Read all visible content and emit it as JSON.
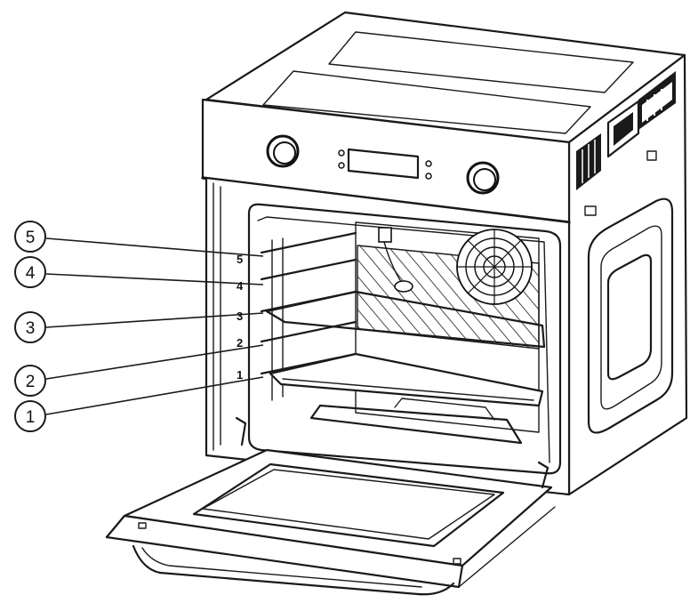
{
  "diagram": {
    "callouts": [
      {
        "id": "5",
        "label": "5"
      },
      {
        "id": "4",
        "label": "4"
      },
      {
        "id": "3",
        "label": "3"
      },
      {
        "id": "2",
        "label": "2"
      },
      {
        "id": "1",
        "label": "1"
      }
    ],
    "shelf_labels": [
      "5",
      "4",
      "3",
      "2",
      "1"
    ]
  }
}
